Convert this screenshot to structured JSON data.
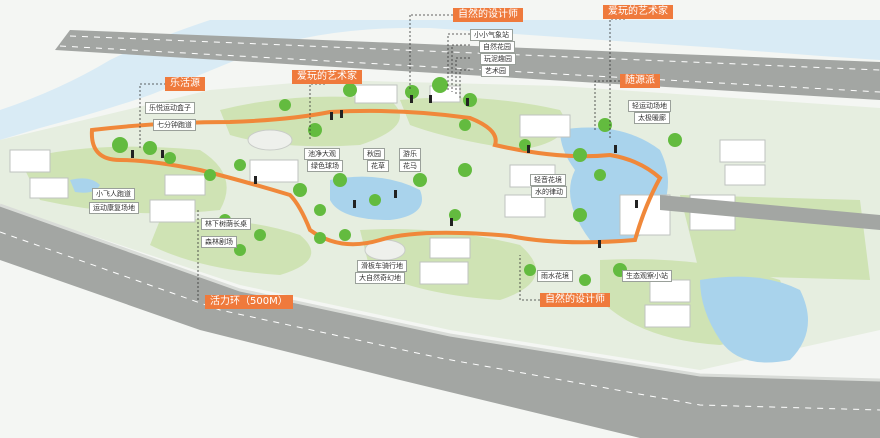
{
  "zones": {
    "le_huo_yuan": "乐活源",
    "ai_wan_top": "爱玩的艺术家",
    "zi_ran_top": "自然的设计师",
    "ai_wan_right": "爱玩的艺术家",
    "sui_ran_yuan": "随源派",
    "huo_li_huan": "活力环（500M）",
    "zi_ran_bottom": "自然的设计师"
  },
  "labels": {
    "xiao_xiao_qi_xiang_zhan": "小小气象站",
    "zi_ran_hua_yuan": "自然花园",
    "yuan_tian_tan_zhao": "玩泥趣园",
    "yi_ren_yuan": "艺术园",
    "le_yue_yun_dong_he_zi": "乐悦运动盒子",
    "qi_fen_zhong_pao_dao": "七分钟跑道",
    "xiao_fei_ren_pao_dao": "小飞人跑道",
    "yun_dong_kang_fu_chang_di": "运动康复场地",
    "chi_jing_da_guan": "池净大观",
    "lv_se_qiu_chang": "绿色球场",
    "qian_yu": "秋园",
    "hua_cao": "花草",
    "you_le": "游乐",
    "hua_ma": "花马",
    "lin_xia_qiao_xiang_chang_zhuo": "林下树荫长桌",
    "sen_lin_li_chang": "森林剧场",
    "yun_dong_che_qi_tian_di": "滑板车骑行地",
    "da_zi_ran_qi_pian_shi": "大自然奇幻地",
    "qing_yun_dong_chang_di": "轻运动场地",
    "tai_ji_nuan_lang": "太极暖廊",
    "qing_yin_hua_jing": "轻音花境",
    "shui_de_chang_di": "水的律动",
    "yu_shui_hua_jing": "雨水花境",
    "zi_ran_kan_kan_xiao_zhan": "生态观察小站"
  },
  "colors": {
    "track": "#f0883a",
    "tag_bg": "#ef7a3c",
    "water": "#a9d3ec",
    "lawn": "#cfe3b4",
    "tree": "#63bb3f",
    "road": "#a3a6a3"
  }
}
